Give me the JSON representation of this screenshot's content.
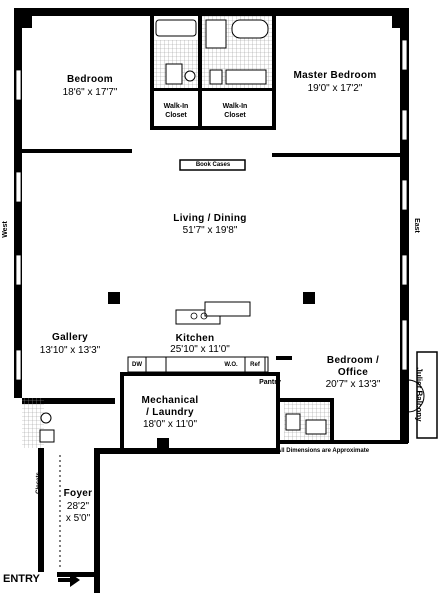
{
  "rooms": {
    "bedroom": {
      "name": "Bedroom",
      "dim": "18'6\" x 17'7\""
    },
    "master": {
      "name": "Master Bedroom",
      "dim": "19'0\" x 17'2\""
    },
    "walkin1": {
      "l1": "Walk-In",
      "l2": "Closet"
    },
    "walkin2": {
      "l1": "Walk-In",
      "l2": "Closet"
    },
    "living": {
      "name": "Living / Dining",
      "dim": "51'7\" x 19'8\""
    },
    "gallery": {
      "name": "Gallery",
      "dim": "13'10\" x 13'3\""
    },
    "kitchen": {
      "name": "Kitchen",
      "dim": "25'10\" x 11'0\""
    },
    "mechanical": {
      "l1": "Mechanical",
      "l2": "/ Laundry",
      "dim": "18'0\" x 11'0\""
    },
    "office": {
      "l1": "Bedroom /",
      "l2": "Office",
      "dim": "20'7\" x 13'3\""
    },
    "foyer": {
      "name": "Foyer",
      "dim1": "28'2\"",
      "dim2": "x 5'0\""
    }
  },
  "labels": {
    "bookcases": "Book Cases",
    "pantry": "Pantry",
    "dw": "DW",
    "wo": "W.O.",
    "ref": "Ref",
    "closets": "Closets",
    "juliet": "Juliet Balcony",
    "west": "West",
    "east": "East",
    "disclaimer": "All Dimensions are Approximate",
    "entry": "ENTRY"
  },
  "colors": {
    "wall": "#000000",
    "fixture": "#555555",
    "tile": "#9a9a9a"
  }
}
